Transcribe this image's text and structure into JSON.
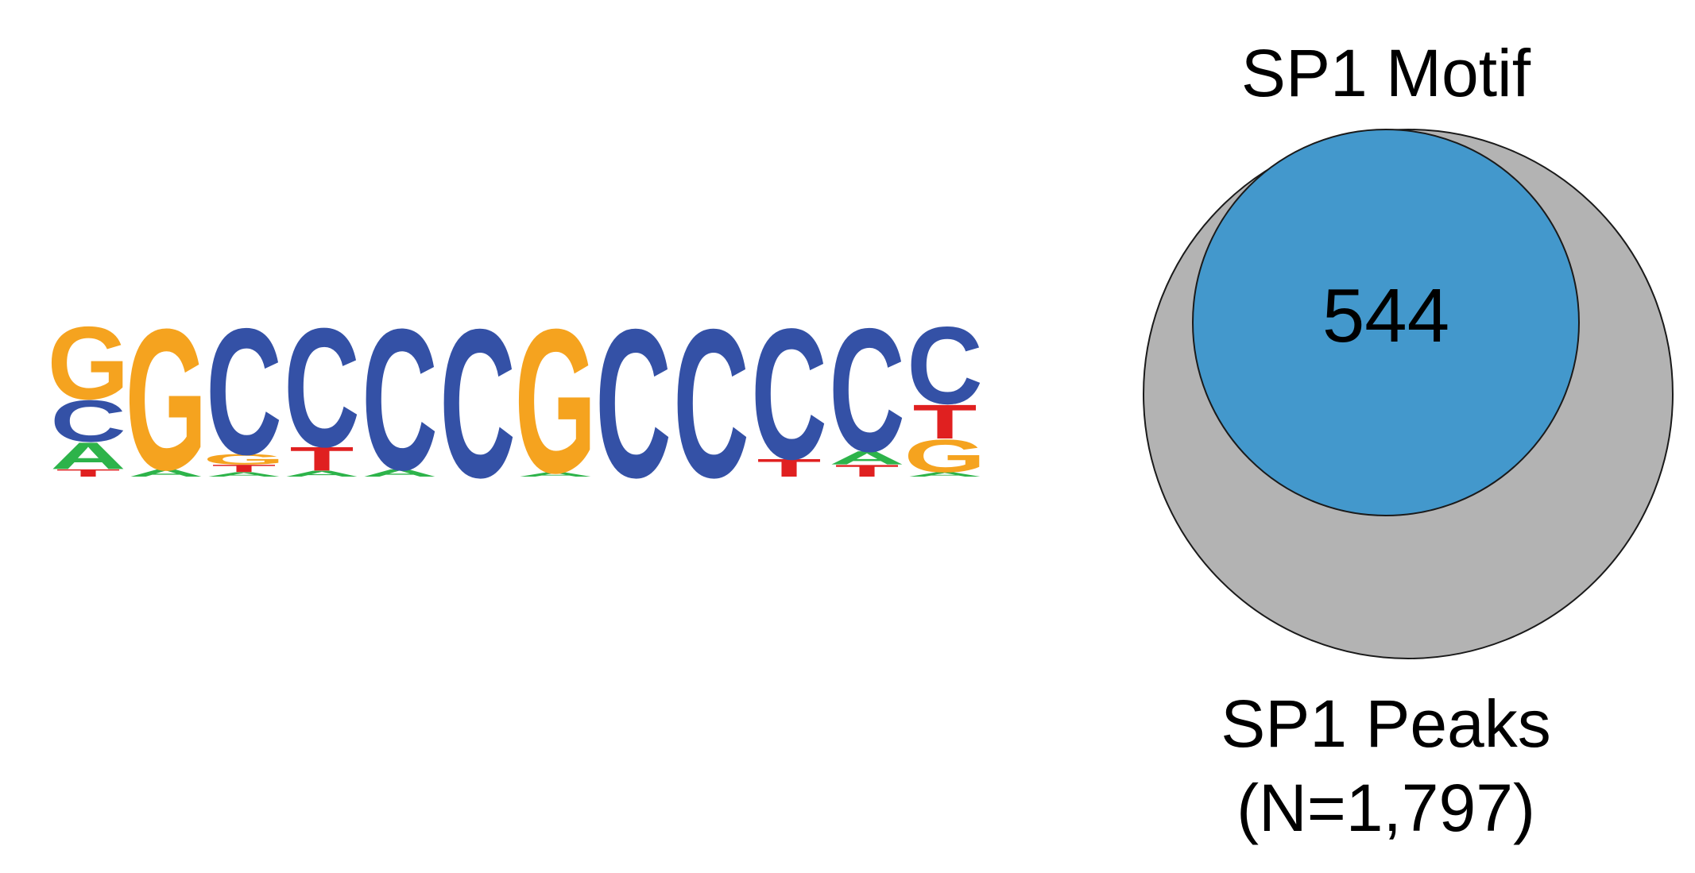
{
  "logo": {
    "letter_colors": {
      "A": "#2db34a",
      "C": "#3451a6",
      "G": "#f5a31f",
      "T": "#e02020"
    },
    "columns": [
      [
        [
          "T",
          0.05
        ],
        [
          "A",
          0.18
        ],
        [
          "C",
          0.28
        ],
        [
          "G",
          0.49
        ]
      ],
      [
        [
          "A",
          0.05
        ],
        [
          "G",
          0.95
        ]
      ],
      [
        [
          "A",
          0.03
        ],
        [
          "T",
          0.05
        ],
        [
          "G",
          0.07
        ],
        [
          "C",
          0.85
        ]
      ],
      [
        [
          "A",
          0.04
        ],
        [
          "T",
          0.16
        ],
        [
          "C",
          0.8
        ]
      ],
      [
        [
          "A",
          0.05
        ],
        [
          "C",
          0.95
        ]
      ],
      [
        [
          "C",
          1.0
        ]
      ],
      [
        [
          "A",
          0.03
        ],
        [
          "G",
          0.97
        ]
      ],
      [
        [
          "C",
          1.0
        ]
      ],
      [
        [
          "C",
          1.0
        ]
      ],
      [
        [
          "T",
          0.12
        ],
        [
          "C",
          0.88
        ]
      ],
      [
        [
          "T",
          0.08
        ],
        [
          "A",
          0.09
        ],
        [
          "C",
          0.83
        ]
      ],
      [
        [
          "A",
          0.03
        ],
        [
          "G",
          0.22
        ],
        [
          "T",
          0.23
        ],
        [
          "C",
          0.52
        ]
      ]
    ]
  },
  "venn": {
    "outer_label_lines": [
      "SP1 Peaks",
      "(N=1,797)"
    ],
    "inner_label": "SP1 Motif",
    "inner_count": "544",
    "outer_total": 1797,
    "inner_total": 544,
    "outer_color": "#b3b3b3",
    "inner_color": "#4398cc",
    "stroke_color": "#1a1a1a"
  }
}
